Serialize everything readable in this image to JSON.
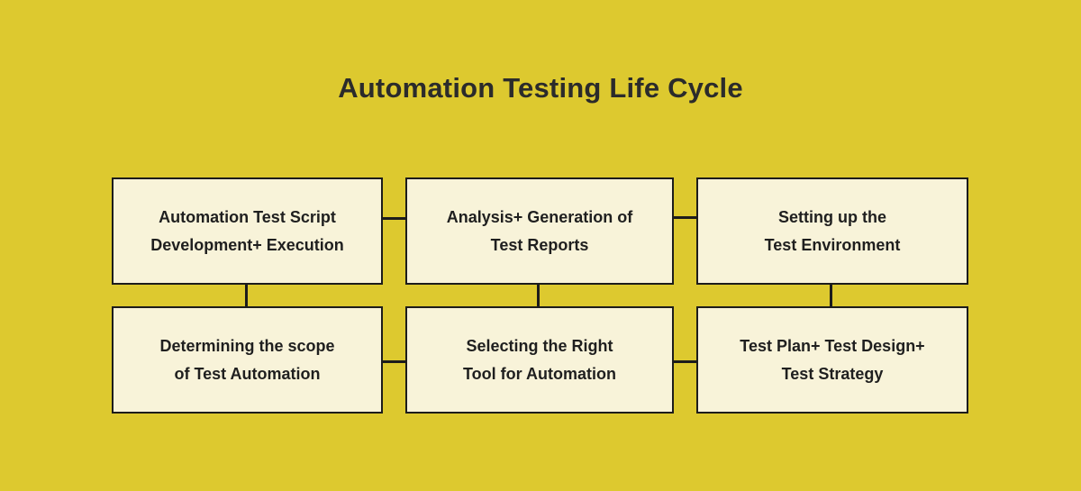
{
  "title": "Automation Testing Life Cycle",
  "colors": {
    "background": "#ddc92f",
    "box_fill": "#f8f3d9",
    "box_border": "#1c1c1c",
    "title_text": "#2b2b2b",
    "box_text": "#1f1f1f",
    "connector": "#1c1c1c"
  },
  "boxes": [
    {
      "id": "automation-test-script-development-execution",
      "lines": [
        "Automation Test Script",
        "Development+ Execution"
      ]
    },
    {
      "id": "analysis-generation-of-test-reports",
      "lines": [
        "Analysis+ Generation of",
        "Test Reports"
      ]
    },
    {
      "id": "setting-up-the-test-environment",
      "lines": [
        "Setting up the",
        "Test Environment"
      ]
    },
    {
      "id": "determining-the-scope-of-test-automation",
      "lines": [
        "Determining the scope",
        "of Test Automation"
      ]
    },
    {
      "id": "selecting-the-right-tool-for-automation",
      "lines": [
        "Selecting the Right",
        "Tool for Automation"
      ]
    },
    {
      "id": "test-plan-test-design-test-strategy",
      "lines": [
        "Test Plan+ Test Design+",
        "Test Strategy"
      ]
    }
  ]
}
